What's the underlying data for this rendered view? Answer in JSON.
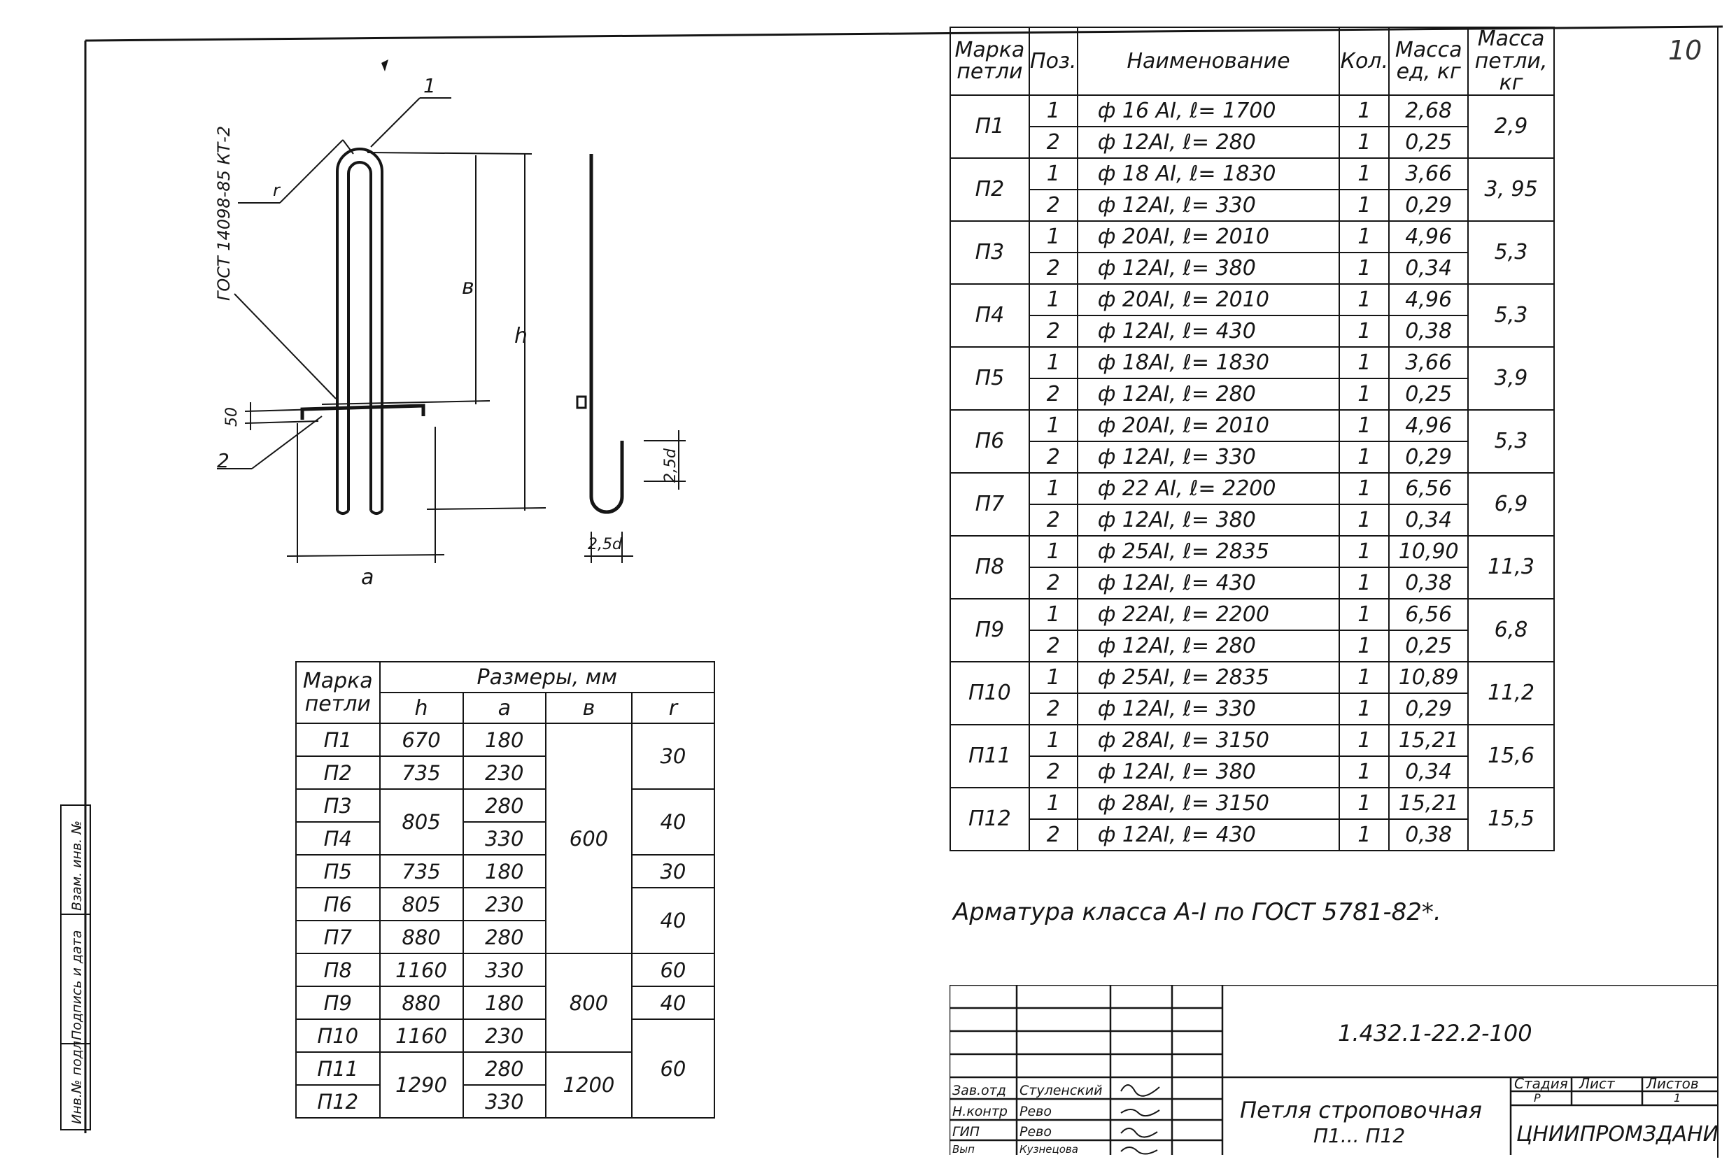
{
  "sheet_number": "10",
  "drawing": {
    "gost_label": "ГОСТ 14098-85 КТ-2",
    "callout_1": "1",
    "callout_2": "2",
    "label_r": "r",
    "label_b": "в",
    "label_h": "h",
    "label_a": "a",
    "dim_50": "50",
    "dim_25d_side": "2,5d",
    "dim_25d_bottom": "2,5d"
  },
  "spec_table": {
    "headers": [
      "Марка петли",
      "Поз.",
      "Наименование",
      "Кол.",
      "Масса ед, кг",
      "Масса петли, кг"
    ],
    "groups": [
      {
        "mark": "П1",
        "mass": "2,9",
        "rows": [
          {
            "pos": "1",
            "name": "ф 16 AI,  ℓ= 1700",
            "qty": "1",
            "unit": "2,68"
          },
          {
            "pos": "2",
            "name": "ф 12AI,  ℓ= 280",
            "qty": "1",
            "unit": "0,25"
          }
        ]
      },
      {
        "mark": "П2",
        "mass": "3, 95",
        "rows": [
          {
            "pos": "1",
            "name": "ф 18 AI,  ℓ= 1830",
            "qty": "1",
            "unit": "3,66"
          },
          {
            "pos": "2",
            "name": "ф 12AI,  ℓ= 330",
            "qty": "1",
            "unit": "0,29"
          }
        ]
      },
      {
        "mark": "П3",
        "mass": "5,3",
        "rows": [
          {
            "pos": "1",
            "name": "ф 20AI,  ℓ= 2010",
            "qty": "1",
            "unit": "4,96"
          },
          {
            "pos": "2",
            "name": "ф 12AI,  ℓ= 380",
            "qty": "1",
            "unit": "0,34"
          }
        ]
      },
      {
        "mark": "П4",
        "mass": "5,3",
        "rows": [
          {
            "pos": "1",
            "name": "ф 20AI,  ℓ= 2010",
            "qty": "1",
            "unit": "4,96"
          },
          {
            "pos": "2",
            "name": "ф 12AI,  ℓ= 430",
            "qty": "1",
            "unit": "0,38"
          }
        ]
      },
      {
        "mark": "П5",
        "mass": "3,9",
        "rows": [
          {
            "pos": "1",
            "name": "ф 18AI,  ℓ= 1830",
            "qty": "1",
            "unit": "3,66"
          },
          {
            "pos": "2",
            "name": "ф 12AI,  ℓ= 280",
            "qty": "1",
            "unit": "0,25"
          }
        ]
      },
      {
        "mark": "П6",
        "mass": "5,3",
        "rows": [
          {
            "pos": "1",
            "name": "ф 20AI,  ℓ= 2010",
            "qty": "1",
            "unit": "4,96"
          },
          {
            "pos": "2",
            "name": "ф 12AI,  ℓ= 330",
            "qty": "1",
            "unit": "0,29"
          }
        ]
      },
      {
        "mark": "П7",
        "mass": "6,9",
        "rows": [
          {
            "pos": "1",
            "name": "ф 22 AI,  ℓ= 2200",
            "qty": "1",
            "unit": "6,56"
          },
          {
            "pos": "2",
            "name": "ф 12AI,  ℓ= 380",
            "qty": "1",
            "unit": "0,34"
          }
        ]
      },
      {
        "mark": "П8",
        "mass": "11,3",
        "rows": [
          {
            "pos": "1",
            "name": "ф 25AI,  ℓ= 2835",
            "qty": "1",
            "unit": "10,90"
          },
          {
            "pos": "2",
            "name": "ф 12AI,  ℓ= 430",
            "qty": "1",
            "unit": "0,38"
          }
        ]
      },
      {
        "mark": "П9",
        "mass": "6,8",
        "rows": [
          {
            "pos": "1",
            "name": "ф 22AI,  ℓ= 2200",
            "qty": "1",
            "unit": "6,56"
          },
          {
            "pos": "2",
            "name": "ф 12AI,  ℓ= 280",
            "qty": "1",
            "unit": "0,25"
          }
        ]
      },
      {
        "mark": "П10",
        "mass": "11,2",
        "rows": [
          {
            "pos": "1",
            "name": "ф 25AI,  ℓ= 2835",
            "qty": "1",
            "unit": "10,89"
          },
          {
            "pos": "2",
            "name": "ф 12AI,  ℓ= 330",
            "qty": "1",
            "unit": "0,29"
          }
        ]
      },
      {
        "mark": "П11",
        "mass": "15,6",
        "rows": [
          {
            "pos": "1",
            "name": "ф 28AI,  ℓ= 3150",
            "qty": "1",
            "unit": "15,21"
          },
          {
            "pos": "2",
            "name": "ф 12AI,  ℓ= 380",
            "qty": "1",
            "unit": "0,34"
          }
        ]
      },
      {
        "mark": "П12",
        "mass": "15,5",
        "rows": [
          {
            "pos": "1",
            "name": "ф 28AI,  ℓ= 3150",
            "qty": "1",
            "unit": "15,21"
          },
          {
            "pos": "2",
            "name": "ф 12AI,  ℓ= 430",
            "qty": "1",
            "unit": "0,38"
          }
        ]
      }
    ]
  },
  "note": "Арматура класса А-I по ГОСТ 5781-82*.",
  "dims_table": {
    "header_mark": "Марка петли",
    "header_sizes": "Размеры, мм",
    "col_h": "h",
    "col_a": "a",
    "col_b": "в",
    "col_r": "r",
    "marks": [
      "П1",
      "П2",
      "П3",
      "П4",
      "П5",
      "П6",
      "П7",
      "П8",
      "П9",
      "П10",
      "П11",
      "П12"
    ],
    "h": [
      "670",
      "735",
      "805",
      "735",
      "805",
      "880",
      "1160",
      "880",
      "1160",
      "1290"
    ],
    "a": [
      "180",
      "230",
      "280",
      "330",
      "180",
      "230",
      "280",
      "330",
      "180",
      "230",
      "280",
      "330"
    ],
    "b": [
      "600",
      "800",
      "1200"
    ],
    "r": [
      "30",
      "40",
      "30",
      "40",
      "60",
      "40",
      "60"
    ]
  },
  "title_block": {
    "code": "1.432.1-22.2-100",
    "title_line1": "Петля строповочная",
    "title_line2": "П1... П12",
    "stage_label": "Стадия",
    "sheet_label": "Лист",
    "sheets_label": "Листов",
    "stage": "Р",
    "sheets": "1",
    "org": "ЦНИИПРОМЗДАНИЙ",
    "roles": [
      "Зав.отд",
      "Н.контр",
      "ГИП",
      "Вып"
    ],
    "names": [
      "Стуленский",
      "Рево",
      "Рево",
      "Кузнецова"
    ]
  },
  "side_strip": [
    "Инв.№ подл.",
    "Подпись и дата",
    "Взам. инв. №"
  ]
}
